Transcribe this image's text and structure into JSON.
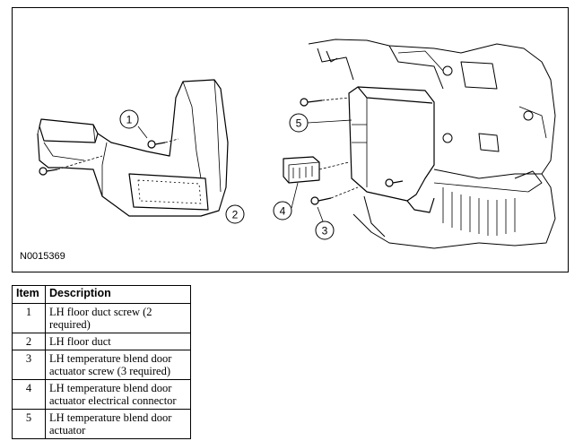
{
  "figure": {
    "id": "N0015369",
    "callouts": [
      "1",
      "2",
      "3",
      "4",
      "5"
    ]
  },
  "table": {
    "headers": [
      "Item",
      "Description"
    ],
    "rows": [
      {
        "item": "1",
        "description": "LH floor duct screw (2 required)"
      },
      {
        "item": "2",
        "description": "LH floor duct"
      },
      {
        "item": "3",
        "description": "LH temperature blend door actuator screw (3 required)"
      },
      {
        "item": "4",
        "description": "LH temperature blend door actuator electrical connector"
      },
      {
        "item": "5",
        "description": "LH temperature blend door actuator"
      }
    ]
  }
}
